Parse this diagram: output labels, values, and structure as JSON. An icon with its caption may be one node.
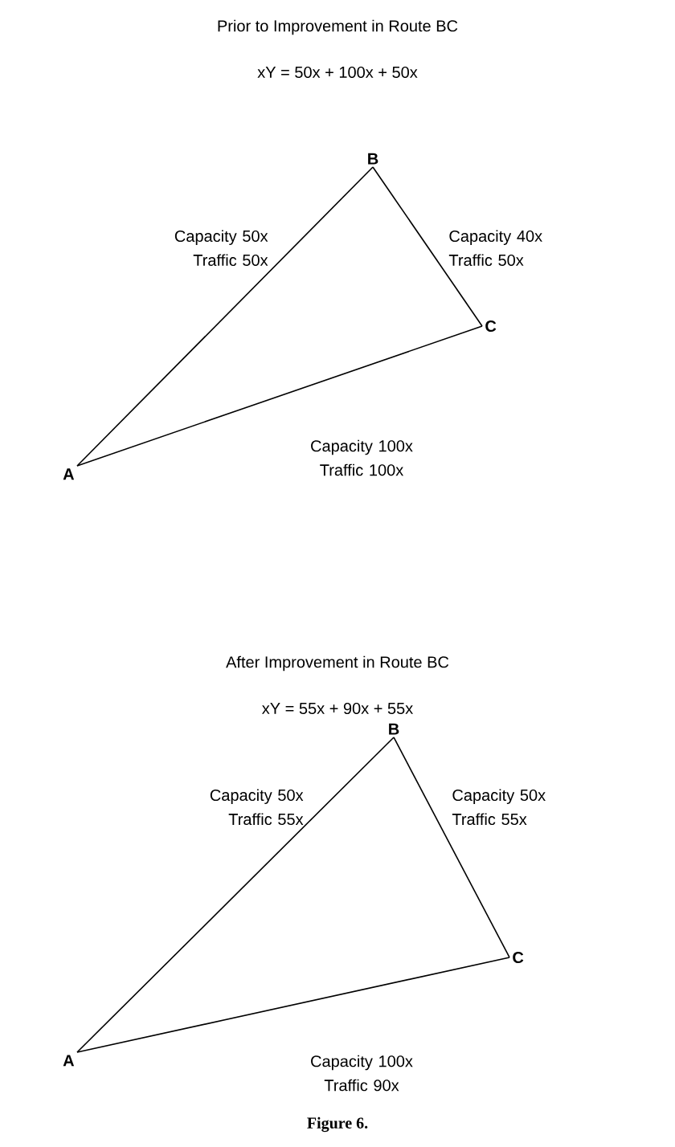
{
  "diagram": {
    "caption": "Figure 6.",
    "nodes": [
      {
        "text": [
          "A"
        ]
      },
      {
        "text": [
          "B"
        ]
      },
      {
        "text": [
          "C"
        ]
      },
      {
        "text": [
          "A"
        ]
      },
      {
        "text": [
          "B"
        ]
      },
      {
        "text": [
          "C"
        ]
      }
    ],
    "edges": [
      {
        "from": 0,
        "to": 1,
        "arrow": "none",
        "label": "Capacity 50x Traffic 50x"
      },
      {
        "from": 1,
        "to": 2,
        "arrow": "none",
        "label": "Capacity 40x Traffic 50x"
      },
      {
        "from": 0,
        "to": 2,
        "arrow": "none",
        "label": "Capacity 100x Traffic 100x"
      },
      {
        "from": 3,
        "to": 4,
        "arrow": "none",
        "label": "Capacity 50x Traffic 55x"
      },
      {
        "from": 4,
        "to": 5,
        "arrow": "none",
        "label": "Capacity 50x Traffic 55x"
      },
      {
        "from": 3,
        "to": 5,
        "arrow": "none",
        "label": "Capacity 100x Traffic 90x"
      }
    ],
    "labels": [
      "Prior to Improvement in Route BC",
      "xY = 50x + 100x + 50x",
      "After Improvement in Route BC",
      "xY = 55x + 90x + 55x"
    ]
  }
}
